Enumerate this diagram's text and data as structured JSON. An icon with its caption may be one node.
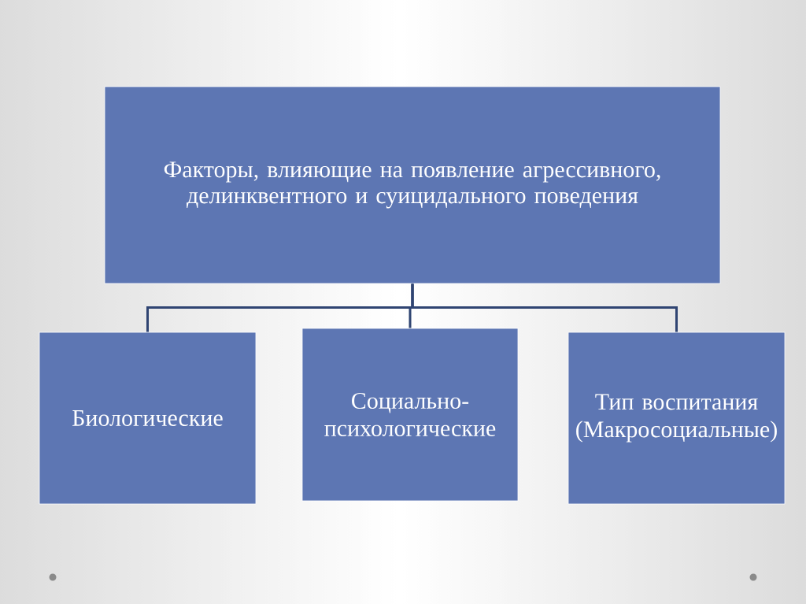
{
  "diagram": {
    "nodes": [
      {
        "text": [
          "Факторы, влияющие на появление агрессивного, делинквентного и суицидального поведения"
        ]
      },
      {
        "text": [
          "Биологические"
        ]
      },
      {
        "text": [
          "Социально-психологические"
        ]
      },
      {
        "text": [
          "Тип воспитания (Макросоциальные)"
        ]
      }
    ],
    "edges": [
      {
        "from": 0,
        "to": 1,
        "arrow": "none"
      },
      {
        "from": 0,
        "to": 2,
        "arrow": "none"
      },
      {
        "from": 0,
        "to": 3,
        "arrow": "none"
      }
    ]
  }
}
